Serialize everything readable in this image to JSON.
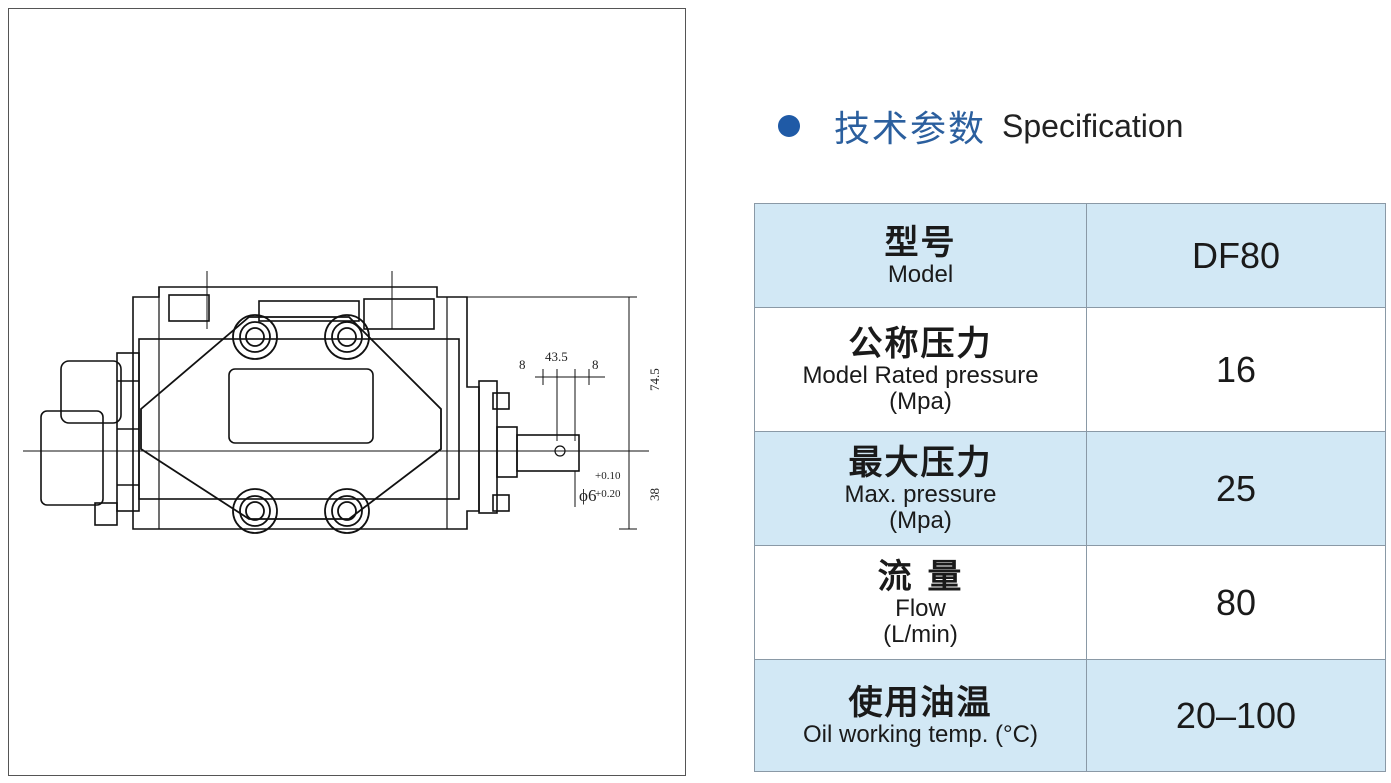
{
  "heading": {
    "title_cn": "技术参数",
    "title_en": "Specification",
    "dot_color": "#1f5aa6",
    "title_color": "#2b5f9e"
  },
  "drawing": {
    "dim_43_5": "43.5",
    "dim_8_left": "8",
    "dim_8_right": "8",
    "dim_74_5": "74.5",
    "dim_38": "38",
    "tol_upper": "+0.10",
    "tol_lower": "+0.20",
    "shaft_dia": "ϕ6"
  },
  "table": {
    "rows": [
      {
        "cn": "型号",
        "en": "Model",
        "unit": "",
        "value": "DF80"
      },
      {
        "cn": "公称压力",
        "en": "Model Rated pressure",
        "unit": "(Mpa)",
        "value": "16"
      },
      {
        "cn": "最大压力",
        "en": "Max. pressure",
        "unit": "(Mpa)",
        "value": "25"
      },
      {
        "cn": "流 量",
        "en": "Flow",
        "unit": "(L/min)",
        "value": "80"
      },
      {
        "cn": "使用油温",
        "en": "Oil working temp.  (°C)",
        "unit": "",
        "value": "20–100"
      }
    ],
    "row_color_blue": "#d2e8f5",
    "row_color_white": "#ffffff"
  }
}
